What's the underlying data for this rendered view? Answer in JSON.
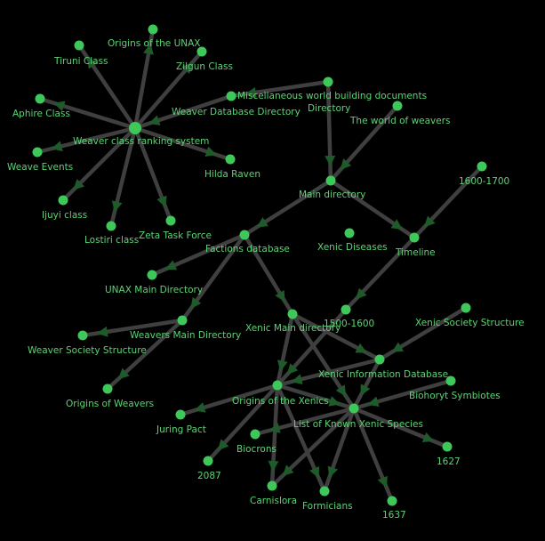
{
  "graph": {
    "background": "#000000",
    "node_color": "#3fc85a",
    "label_color": "#5cd374",
    "edge_color": "#3e3f3e",
    "arrow_color": "#1f5a2a",
    "nodes": [
      {
        "id": "weaver-class-ranking-system",
        "label": "Weaver class ranking system",
        "major": true
      },
      {
        "id": "origins-of-the-unax",
        "label": "Origins of the UNAX"
      },
      {
        "id": "tiruni-class",
        "label": "Tiruni Class"
      },
      {
        "id": "zilgun-class",
        "label": "Zilgun Class"
      },
      {
        "id": "aphire-class",
        "label": "Aphire Class"
      },
      {
        "id": "weaver-database-directory",
        "label": "Weaver Database Directory"
      },
      {
        "id": "weave-events",
        "label": "Weave Events"
      },
      {
        "id": "hilda-raven",
        "label": "Hilda Raven"
      },
      {
        "id": "ijuyi-class",
        "label": "Ijuyi class"
      },
      {
        "id": "lostiri-class",
        "label": "Lostiri class"
      },
      {
        "id": "zeta-task-force",
        "label": "Zeta Task Force"
      },
      {
        "id": "misc-world-building",
        "label": "Miscellaneous world building documents Directory"
      },
      {
        "id": "the-world-of-weavers",
        "label": "The world of weavers"
      },
      {
        "id": "main-directory",
        "label": "Main directory"
      },
      {
        "id": "1600-1700",
        "label": "1600-1700"
      },
      {
        "id": "factions-database",
        "label": "Factions database"
      },
      {
        "id": "xenic-diseases",
        "label": "Xenic Diseases"
      },
      {
        "id": "timeline",
        "label": "Timeline"
      },
      {
        "id": "unax-main-directory",
        "label": "UNAX Main Directory"
      },
      {
        "id": "1500-1600",
        "label": "1500-1600"
      },
      {
        "id": "xenic-main-directory",
        "label": "Xenic Main directory"
      },
      {
        "id": "xenic-society-structure",
        "label": "Xenic Society Structure"
      },
      {
        "id": "weavers-main-directory",
        "label": "Weavers Main Directory"
      },
      {
        "id": "weaver-society-structure",
        "label": "Weaver Society Structure"
      },
      {
        "id": "xenic-information-database",
        "label": "Xenic Information Database"
      },
      {
        "id": "origins-of-weavers",
        "label": "Origins of Weavers"
      },
      {
        "id": "origins-of-the-xenics",
        "label": "Origins of the Xenics"
      },
      {
        "id": "biohoryt-symbiotes",
        "label": "Biohoryt Symbiotes"
      },
      {
        "id": "list-of-known-xenic-species",
        "label": "List of Known Xenic Species"
      },
      {
        "id": "juring-pact",
        "label": "Juring Pact"
      },
      {
        "id": "biocrons",
        "label": "Biocrons"
      },
      {
        "id": "1627",
        "label": "1627"
      },
      {
        "id": "2087",
        "label": "2087"
      },
      {
        "id": "carnislora",
        "label": "Carnislora"
      },
      {
        "id": "formicians",
        "label": "Formicians"
      },
      {
        "id": "1637",
        "label": "1637"
      }
    ],
    "edges": [
      [
        "weaver-class-ranking-system",
        "origins-of-the-unax"
      ],
      [
        "weaver-class-ranking-system",
        "tiruni-class"
      ],
      [
        "weaver-class-ranking-system",
        "zilgun-class"
      ],
      [
        "weaver-class-ranking-system",
        "aphire-class"
      ],
      [
        "weaver-class-ranking-system",
        "weave-events"
      ],
      [
        "weaver-class-ranking-system",
        "ijuyi-class"
      ],
      [
        "weaver-class-ranking-system",
        "lostiri-class"
      ],
      [
        "weaver-class-ranking-system",
        "zeta-task-force"
      ],
      [
        "weaver-class-ranking-system",
        "hilda-raven"
      ],
      [
        "weaver-database-directory",
        "weaver-class-ranking-system"
      ],
      [
        "misc-world-building",
        "weaver-database-directory"
      ],
      [
        "misc-world-building",
        "main-directory"
      ],
      [
        "the-world-of-weavers",
        "main-directory"
      ],
      [
        "main-directory",
        "factions-database"
      ],
      [
        "main-directory",
        "timeline"
      ],
      [
        "1600-1700",
        "timeline"
      ],
      [
        "factions-database",
        "unax-main-directory"
      ],
      [
        "factions-database",
        "weavers-main-directory"
      ],
      [
        "factions-database",
        "xenic-main-directory"
      ],
      [
        "timeline",
        "1500-1600"
      ],
      [
        "weavers-main-directory",
        "weaver-society-structure"
      ],
      [
        "weavers-main-directory",
        "origins-of-weavers"
      ],
      [
        "xenic-main-directory",
        "xenic-information-database"
      ],
      [
        "xenic-main-directory",
        "origins-of-the-xenics"
      ],
      [
        "xenic-main-directory",
        "list-of-known-xenic-species"
      ],
      [
        "1500-1600",
        "origins-of-the-xenics"
      ],
      [
        "xenic-society-structure",
        "xenic-information-database"
      ],
      [
        "xenic-information-database",
        "origins-of-the-xenics"
      ],
      [
        "xenic-information-database",
        "list-of-known-xenic-species"
      ],
      [
        "origins-of-the-xenics",
        "list-of-known-xenic-species"
      ],
      [
        "origins-of-the-xenics",
        "juring-pact"
      ],
      [
        "origins-of-the-xenics",
        "2087"
      ],
      [
        "origins-of-the-xenics",
        "carnislora"
      ],
      [
        "origins-of-the-xenics",
        "formicians"
      ],
      [
        "biohoryt-symbiotes",
        "list-of-known-xenic-species"
      ],
      [
        "list-of-known-xenic-species",
        "biocrons"
      ],
      [
        "list-of-known-xenic-species",
        "1627"
      ],
      [
        "list-of-known-xenic-species",
        "carnislora"
      ],
      [
        "list-of-known-xenic-species",
        "formicians"
      ],
      [
        "list-of-known-xenic-species",
        "1637"
      ]
    ]
  }
}
